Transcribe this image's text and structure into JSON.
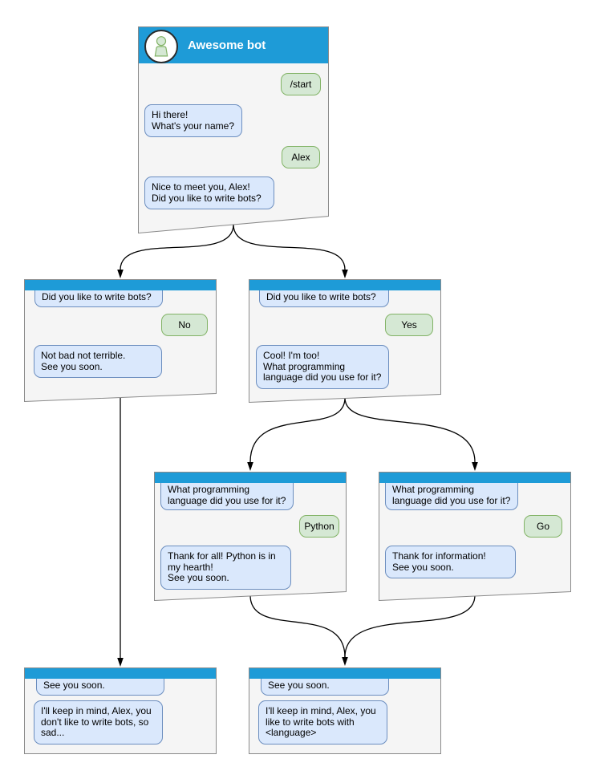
{
  "windows": [
    {
      "id": "awesome-bot",
      "title": "Awesome bot",
      "messages": [
        {
          "from": "user",
          "text": "/start"
        },
        {
          "from": "bot",
          "text": "Hi there!\nWhat's your name?"
        },
        {
          "from": "user",
          "text": "Alex"
        },
        {
          "from": "bot",
          "text": "Nice to meet you, Alex!\nDid you like to write bots?"
        }
      ]
    },
    {
      "id": "branch-no",
      "messages": [
        {
          "from": "bot",
          "text": "Did you like to write bots?"
        },
        {
          "from": "user",
          "text": "No"
        },
        {
          "from": "bot",
          "text": "Not bad not terrible.\nSee you soon."
        }
      ]
    },
    {
      "id": "branch-yes",
      "messages": [
        {
          "from": "bot",
          "text": "Did you like to write bots?"
        },
        {
          "from": "user",
          "text": "Yes"
        },
        {
          "from": "bot",
          "text": "Cool! I'm too!\nWhat programming\nlanguage did you use for it?"
        }
      ]
    },
    {
      "id": "branch-python",
      "messages": [
        {
          "from": "bot",
          "text": "What programming\nlanguage did you use for it?"
        },
        {
          "from": "user",
          "text": "Python"
        },
        {
          "from": "bot",
          "text": "Thank for all! Python is in\nmy hearth!\nSee you soon."
        }
      ]
    },
    {
      "id": "branch-go",
      "messages": [
        {
          "from": "bot",
          "text": "What programming\nlanguage did you use for it?"
        },
        {
          "from": "user",
          "text": "Go"
        },
        {
          "from": "bot",
          "text": "Thank for information!\nSee you soon."
        }
      ]
    },
    {
      "id": "end-no",
      "messages": [
        {
          "from": "bot",
          "text": "See you soon."
        },
        {
          "from": "bot",
          "text": "I'll keep in mind, Alex, you\ndon't like to write bots, so\nsad..."
        }
      ]
    },
    {
      "id": "end-yes",
      "messages": [
        {
          "from": "bot",
          "text": "See you soon."
        },
        {
          "from": "bot",
          "text": "I'll keep in mind, Alex, you\nlike to write bots with\n<language>"
        }
      ]
    }
  ],
  "colors": {
    "header_blue": "#1e9bd7",
    "window_fill": "#f5f5f5",
    "window_border": "#8a8a8a",
    "bot_bubble_fill": "#dae8fc",
    "bot_bubble_border": "#6c8ebf",
    "user_bubble_fill": "#d5e8d4",
    "user_bubble_border": "#82b366",
    "arrow_color": "#000000",
    "title_color": "#ffffff"
  }
}
